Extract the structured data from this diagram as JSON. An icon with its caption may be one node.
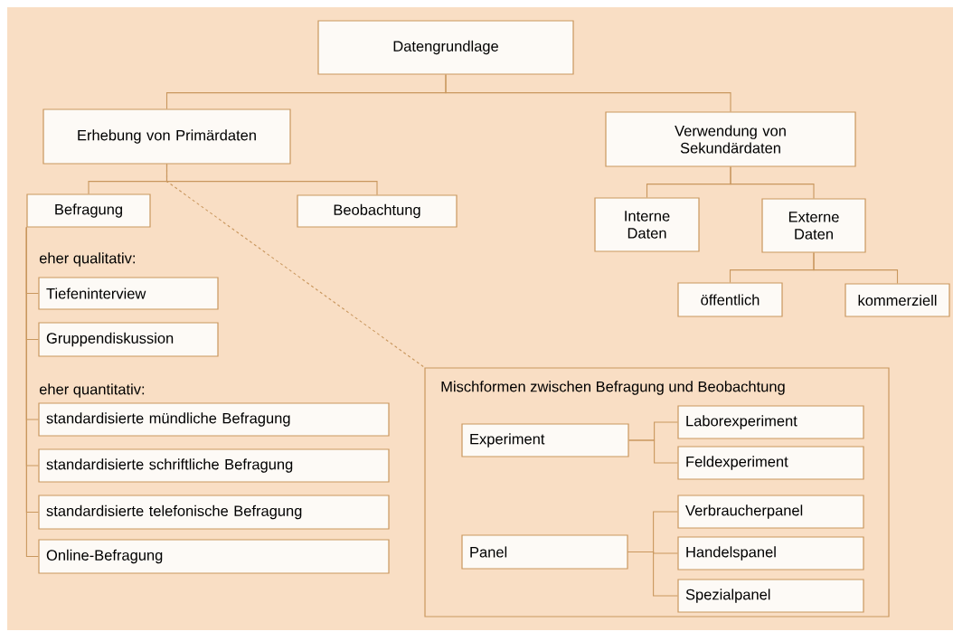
{
  "diagram": {
    "nodes": [
      {
        "text": [
          "Datengrundlage"
        ]
      },
      {
        "text": [
          "Erhebung von Primärdaten"
        ]
      },
      {
        "text": [
          "Verwendung von Sekundärdaten"
        ]
      },
      {
        "text": [
          "Befragung"
        ]
      },
      {
        "text": [
          "Beobachtung"
        ]
      },
      {
        "text": [
          "Interne Daten"
        ]
      },
      {
        "text": [
          "Externe Daten"
        ]
      },
      {
        "text": [
          "öffentlich"
        ]
      },
      {
        "text": [
          "kommerziell"
        ]
      },
      {
        "text": [
          "Tiefeninterview"
        ]
      },
      {
        "text": [
          "Gruppendiskussion"
        ]
      },
      {
        "text": [
          "standardisierte mündliche Befragung"
        ]
      },
      {
        "text": [
          "standardisierte schriftliche Befragung"
        ]
      },
      {
        "text": [
          "standardisierte telefonische Befragung"
        ]
      },
      {
        "text": [
          "Online-Befragung"
        ]
      },
      {
        "text": [
          "Mischformen zwischen Befragung und Beobachtung"
        ]
      },
      {
        "text": [
          "Experiment"
        ],
        "in": 15
      },
      {
        "text": [
          "Laborexperiment"
        ],
        "in": 15
      },
      {
        "text": [
          "Feldexperiment"
        ],
        "in": 15
      },
      {
        "text": [
          "Panel"
        ],
        "in": 15
      },
      {
        "text": [
          "Verbraucherpanel"
        ],
        "in": 15
      },
      {
        "text": [
          "Handelspanel"
        ],
        "in": 15
      },
      {
        "text": [
          "Spezialpanel"
        ],
        "in": 15
      }
    ],
    "edges": [
      {
        "from": 0,
        "to": 1,
        "arrow": "none"
      },
      {
        "from": 0,
        "to": 2,
        "arrow": "none"
      },
      {
        "from": 1,
        "to": 3,
        "arrow": "none"
      },
      {
        "from": 1,
        "to": 4,
        "arrow": "none"
      },
      {
        "from": 1,
        "to": 15,
        "arrow": "none",
        "style": "dashed"
      },
      {
        "from": 2,
        "to": 5,
        "arrow": "none"
      },
      {
        "from": 2,
        "to": 6,
        "arrow": "none"
      },
      {
        "from": 6,
        "to": 7,
        "arrow": "none"
      },
      {
        "from": 6,
        "to": 8,
        "arrow": "none"
      },
      {
        "from": 3,
        "to": 9,
        "arrow": "none"
      },
      {
        "from": 3,
        "to": 10,
        "arrow": "none"
      },
      {
        "from": 3,
        "to": 11,
        "arrow": "none"
      },
      {
        "from": 3,
        "to": 12,
        "arrow": "none"
      },
      {
        "from": 3,
        "to": 13,
        "arrow": "none"
      },
      {
        "from": 3,
        "to": 14,
        "arrow": "none"
      },
      {
        "from": 16,
        "to": 17,
        "arrow": "none"
      },
      {
        "from": 16,
        "to": 18,
        "arrow": "none"
      },
      {
        "from": 19,
        "to": 20,
        "arrow": "none"
      },
      {
        "from": 19,
        "to": 21,
        "arrow": "none"
      },
      {
        "from": 19,
        "to": 22,
        "arrow": "none"
      }
    ],
    "labels": [
      "eher qualitativ:",
      "eher quantitativ:"
    ]
  }
}
